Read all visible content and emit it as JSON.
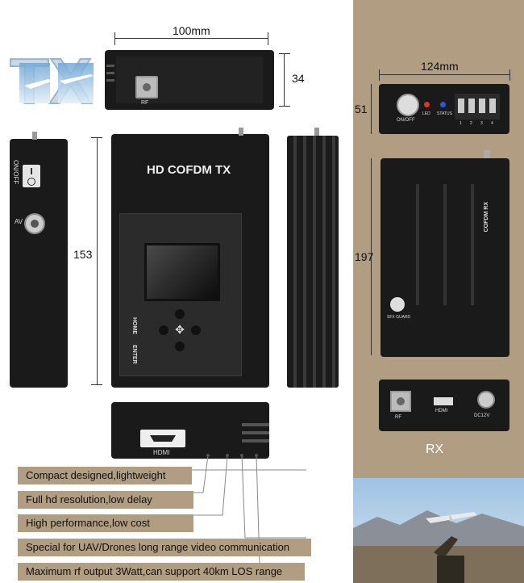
{
  "tx": {
    "logo": "TX",
    "width_dim": "100mm",
    "height_dim": "34",
    "length_dim": "153",
    "rf_label": "RF",
    "onoff_label": "ON/OFF",
    "av_label": "AV",
    "panel_title": "HD COFDM TX",
    "home_label": "HOME",
    "enter_label": "ENTER",
    "hdmi_label": "HDMI"
  },
  "rx": {
    "width_dim": "124mm",
    "height_dim": "51",
    "length_dim": "197",
    "onoff_label": "ON/OFF",
    "led_label": "LED",
    "status_label": "STATUS",
    "switch_labels": [
      "1",
      "2",
      "3",
      "4"
    ],
    "side_label": "COFDM RX",
    "brand_label": "SFX GUARD",
    "rf_label": "RF",
    "hdmi_label": "HDMI",
    "dc_label": "DC12V",
    "caption": "RX"
  },
  "features": [
    "Compact designed,lightweight",
    "Full hd resolution,low delay",
    "High performance,low cost",
    "Special for UAV/Drones long range video communication",
    "Maximum rf output 3Watt,can support 40km LOS range"
  ],
  "colors": {
    "panel": "#b19d82",
    "device": "#1a1a1a",
    "accent_red": "#d23a2a",
    "accent_blue": "#2a5ad2"
  }
}
